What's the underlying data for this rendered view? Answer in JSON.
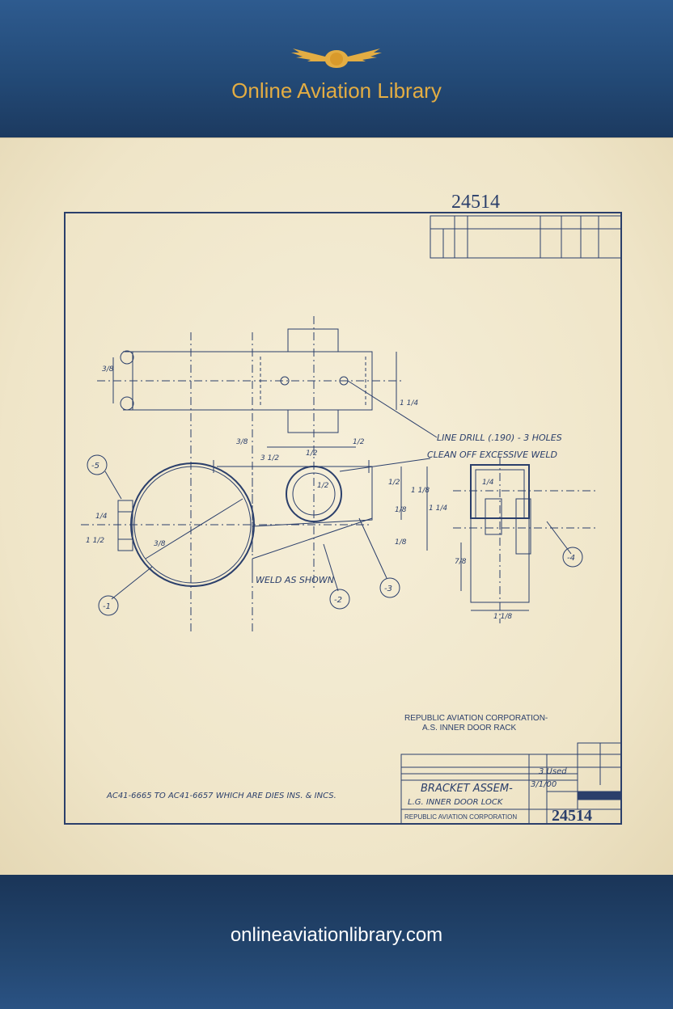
{
  "header": {
    "site_title": "Online Aviation Library",
    "logo_icon": "winged-emblem-icon",
    "accent_color": "#e3ad43"
  },
  "drawing": {
    "drawing_number_top": "24514",
    "revision_headers": [
      "",
      "",
      "",
      "",
      "",
      ""
    ],
    "notes": {
      "line_drill": "LINE DRILL",
      "line_drill_size": "(.190) - 3 HOLES",
      "clean_off": "CLEAN OFF EXCESSIVE WELD",
      "weld_as_shown": "WELD AS SHOWN"
    },
    "callouts": [
      "-5",
      "-1",
      "-2",
      "-3",
      "-4"
    ],
    "dimensions": [
      "3/8",
      "1/2",
      "3 1/2",
      "1/2",
      "1/8",
      "1/4",
      "1 1/2",
      "1 1/4",
      "1/8",
      "3/8",
      "1 1/4",
      "3/8",
      "1/4",
      "1 1/8",
      "1/2",
      "7/8",
      "1 1/8",
      "1/2"
    ],
    "company_block": {
      "line1": "REPUBLIC AVIATION CORPORATION-",
      "line2": "A.S. INNER DOOR RACK"
    },
    "effectivity": "AC41-6665 TO AC41-6657 WHICH ARE DIES INS. & INCS.",
    "title_block": {
      "title_line1": "BRACKET ASSEM-",
      "title_line2": "L.G. INNER DOOR LOCK",
      "company": "REPUBLIC AVIATION CORPORATION",
      "drawing_number": "24514",
      "scale": "3/1/00",
      "material": "3 Used"
    }
  },
  "footer": {
    "url": "onlineaviationlibrary.com"
  },
  "colors": {
    "ink": "#2b3f6b",
    "paper": "#f2e9cf",
    "banner": "#234a77"
  }
}
